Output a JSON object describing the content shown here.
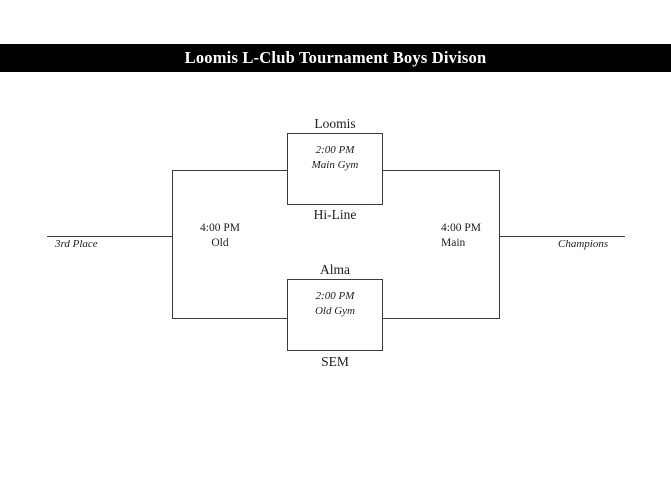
{
  "header": {
    "title": "Loomis L-Club Tournament Boys Divison",
    "background_color": "#000000",
    "text_color": "#ffffff"
  },
  "bracket": {
    "line_color": "#3a3a46",
    "semifinals": [
      {
        "id": "semifinal-top",
        "top_team": "Loomis",
        "bottom_team": "Hi-Line",
        "time": "2:00 PM",
        "venue": "Main Gym"
      },
      {
        "id": "semifinal-bottom",
        "top_team": "Alma",
        "bottom_team": "SEM",
        "time": "2:00 PM",
        "venue": "Old Gym"
      }
    ],
    "consolation": {
      "time": "4:00 PM",
      "venue": "Old",
      "outcome": "3rd Place"
    },
    "championship": {
      "time": "4:00 PM",
      "venue": "Main",
      "outcome": "Champions"
    }
  }
}
